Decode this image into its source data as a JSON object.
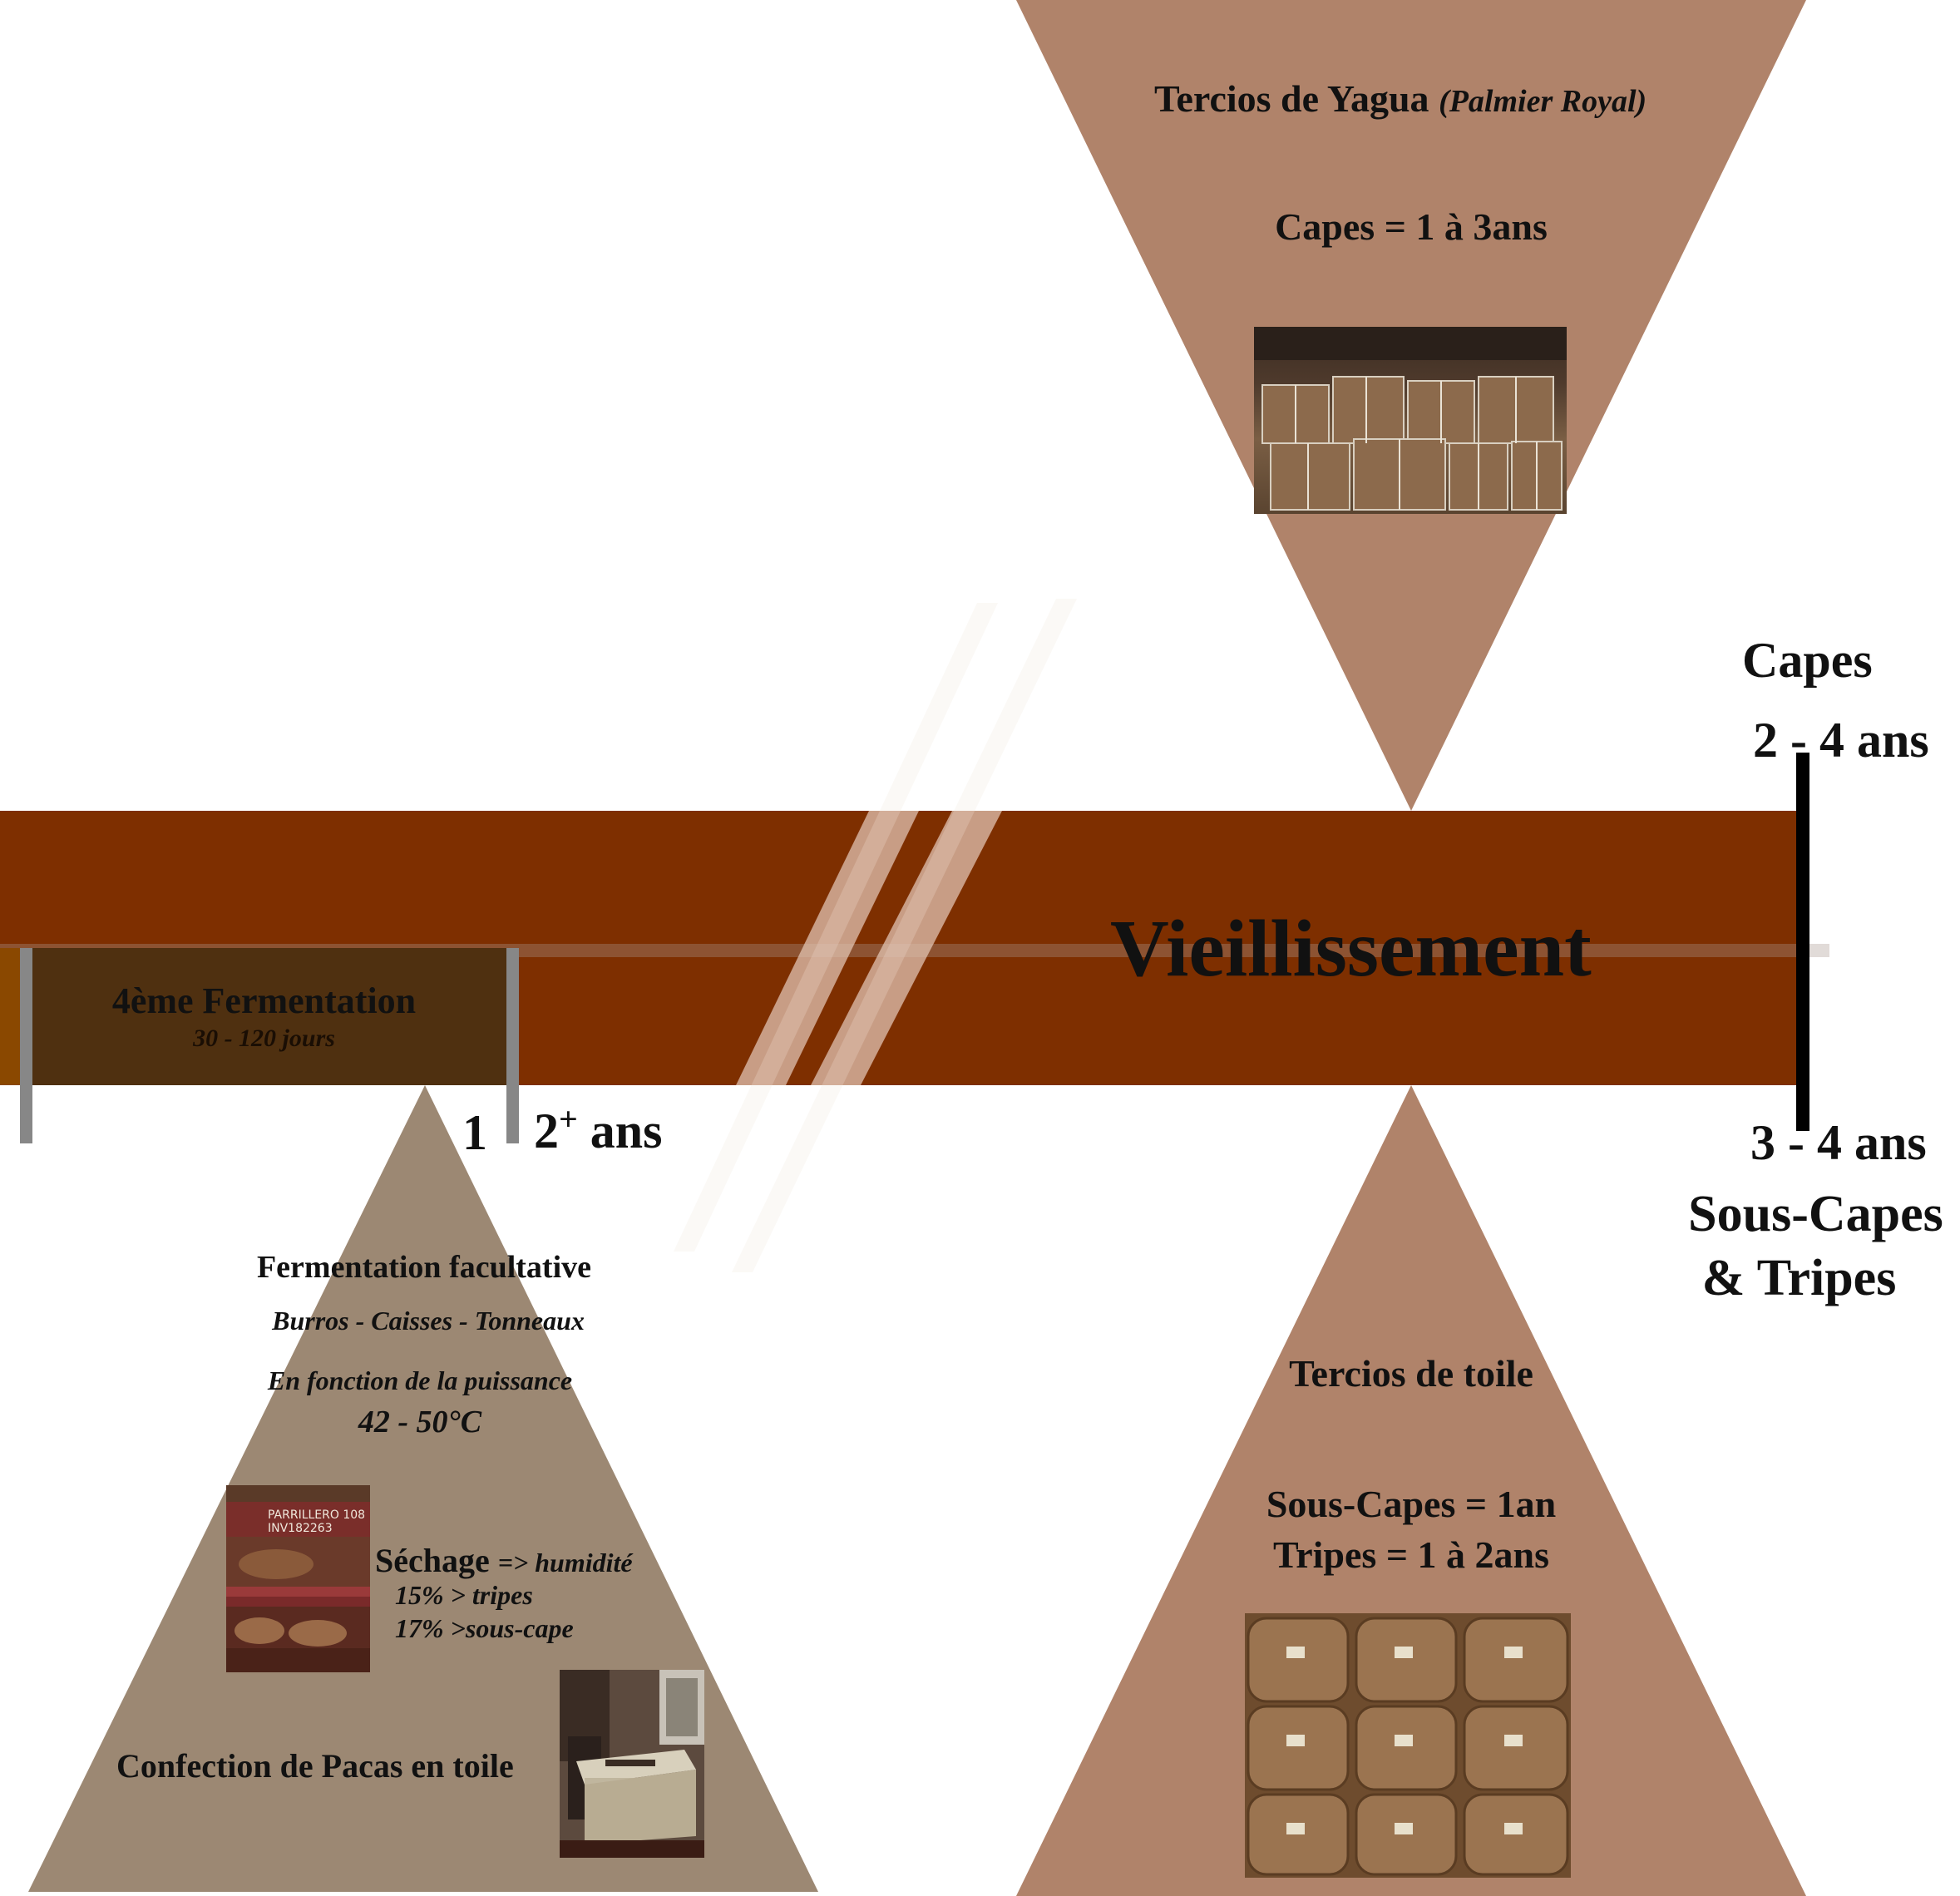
{
  "colors": {
    "band": "#7e2f00",
    "ferment_box": "#4f3010",
    "triangle_top": "#b0836a",
    "triangle_bottom_right": "#b0836a",
    "triangle_bottom_left": "#9c8873",
    "marker": "#878787"
  },
  "band": {
    "title": "Vieillissement"
  },
  "fermentation": {
    "title": "4ème Fermentation",
    "duration": "30 - 120 jours"
  },
  "years": {
    "one": "1",
    "two": "2",
    "plus": "+",
    "ans": "ans"
  },
  "right_scale": {
    "capes_label": "Capes",
    "capes_range": "2 - 4 ans",
    "souscapes_range": "3 - 4 ans",
    "souscapes_label_1": "Sous-Capes",
    "souscapes_label_2": "& Tripes"
  },
  "top_triangle": {
    "title": "Tercios de Yagua",
    "subtitle": "(Palmier Royal)",
    "capes": "Capes = 1 à 3ans",
    "photo_icon": "tercios-yagua-bales-photo"
  },
  "bottom_right_triangle": {
    "title": "Tercios de toile",
    "line1": "Sous-Capes = 1an",
    "line2": "Tripes = 1 à 2ans",
    "photo_icon": "canvas-bales-photo"
  },
  "bottom_left_triangle": {
    "title": "Fermentation facultative",
    "containers": "Burros - Caisses - Tonneaux",
    "puissance": "En fonction de la puissance",
    "temperature": "42 - 50°C",
    "sechage": "Séchage",
    "humidite": "=> humidité",
    "tripes": "15% > tripes",
    "souscape": "17% >sous-cape",
    "pacas": "Confection de Pacas en toile",
    "photo1_label_1": "PARRILLERO 108",
    "photo1_label_2": "INV182263",
    "photo1_icon": "drying-rack-photo",
    "photo2_icon": "paca-bale-photo"
  }
}
